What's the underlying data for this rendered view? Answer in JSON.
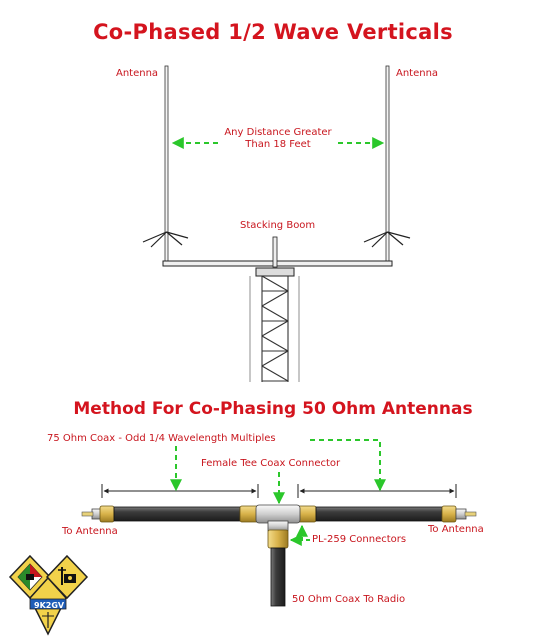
{
  "titles": {
    "top": "Co-Phased 1/2 Wave Verticals",
    "bottom": "Method For Co-Phasing 50 Ohm Antennas"
  },
  "labels": {
    "antenna_left": "Antenna",
    "antenna_right": "Antenna",
    "distance_line1": "Any Distance Greater",
    "distance_line2": "Than 18 Feet",
    "stacking_boom": "Stacking Boom",
    "coax_75": "75 Ohm Coax - Odd 1/4 Wavelength Multiples",
    "tee_connector": "Female Tee Coax Connector",
    "to_antenna_left": "To Antenna",
    "to_antenna_right": "To Antenna",
    "pl259": "PL-259 Connectors",
    "coax_50": "50 Ohm Coax To Radio"
  },
  "logo": {
    "callsign": "9K2GV",
    "icons": [
      "flag-diamond-icon",
      "antenna-emblem-icon",
      "callsign-badge-icon"
    ]
  },
  "colors": {
    "title_red": "#d4141e",
    "arrow_green": "#2bc72b",
    "coax_dark": "#3c3c3c",
    "connector_gold": "#d8b24a"
  }
}
